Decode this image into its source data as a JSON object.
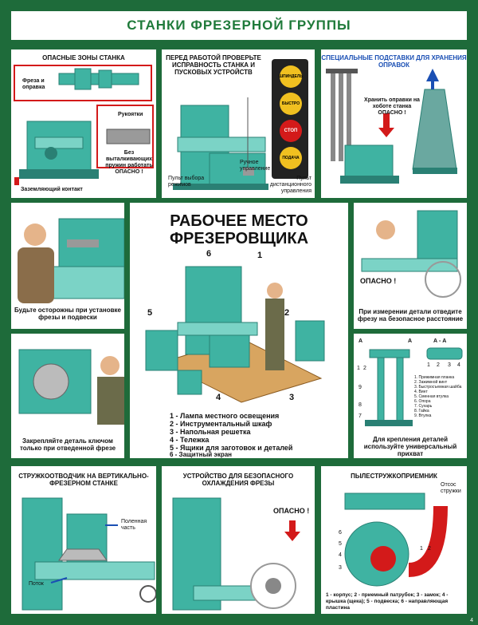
{
  "title": "СТАНКИ ФРЕЗЕРНОЙ ГРУППЫ",
  "p1": {
    "title": "ОПАСНЫЕ ЗОНЫ СТАНКА",
    "frez": "Фреза и оправка",
    "rukoyatki": "Рукоятки",
    "warn": "Без выталкивающих пружин работать ОПАСНО !",
    "ground": "Заземляющий контакт"
  },
  "p2": {
    "title": "ПЕРЕД РАБОТОЙ ПРОВЕРЬТЕ ИСПРАВНОСТЬ СТАНКА И ПУСКОВЫХ УСТРОЙСТВ",
    "buttons": [
      "ШПИНДЕЛЬ",
      "БЫСТРО",
      "СТОП",
      "ПОДАЧА"
    ],
    "manual": "Ручное управление",
    "mode": "Пульт выбора режимов",
    "remote": "Пульт дистанционного управления"
  },
  "p3": {
    "title": "СПЕЦИАЛЬНЫЕ ПОДСТАВКИ ДЛЯ ХРАНЕНИЯ ОПРАВОК",
    "warn": "Хранить оправки на хоботе станка ОПАСНО !"
  },
  "p4": {
    "caption": "Будьте осторожны при установке фрезы и подвески"
  },
  "center": {
    "title_line1": "РАБОЧЕЕ МЕСТО",
    "title_line2": "ФРЕЗЕРОВЩИКА",
    "items": [
      "1 - Лампа местного освещения",
      "2 - Инструментальный шкаф",
      "3 - Напольная решетка",
      "4 - Тележка",
      "5 - Ящики для заготовок и деталей",
      "6 - Защитный экран"
    ],
    "marks": [
      "1",
      "2",
      "3",
      "4",
      "5",
      "6"
    ]
  },
  "p6": {
    "warn": "ОПАСНО !",
    "caption": "При измерении детали отведите фрезу на безопасное расстояние"
  },
  "p7": {
    "caption": "Закрепляйте деталь ключом только при отведенной фрезе"
  },
  "p8": {
    "section": "А - А",
    "a_left": "А",
    "a_right": "А",
    "left_nums": [
      "1",
      "2",
      "9",
      "8",
      "7"
    ],
    "right_nums": [
      "1",
      "2",
      "3",
      "4"
    ],
    "parts": [
      "1. Прижимная планка",
      "2. Зажимной винт",
      "3. Быстросъемная шайба",
      "4. Винт",
      "5. Сменная втулка",
      "6. Опора",
      "7. Сухарь",
      "8. Гайка",
      "9. Втулка"
    ],
    "caption": "Для крепления деталей используйте универсальный прихват"
  },
  "p9": {
    "title": "СТРУЖКООТВОДЧИК НА ВЕРТИКАЛЬНО-ФРЕЗЕРНОМ СТАНКЕ",
    "part": "Поленная часть",
    "flow": "Поток"
  },
  "p10": {
    "title": "УСТРОЙСТВО ДЛЯ БЕЗОПАСНОГО ОХЛАЖДЕНИЯ ФРЕЗЫ",
    "warn": "ОПАСНО !"
  },
  "p11": {
    "title": "ПЫЛЕСТРУЖКОПРИЕМНИК",
    "out": "Отсос стружки",
    "nums": [
      "6",
      "5",
      "4",
      "3",
      "1",
      "2"
    ],
    "legend": "1 - корпус;  2 - приемный патрубок; 3 - замок;  4 - крышка (щека); 5 - подвеска;  6 - направляющая пластина"
  },
  "page_number": "4",
  "colors": {
    "frame": "#1e6b3a",
    "machine": "#3fb3a2",
    "machine_dark": "#2a8074",
    "red": "#d31a1a",
    "blue": "#1a4fb4"
  }
}
